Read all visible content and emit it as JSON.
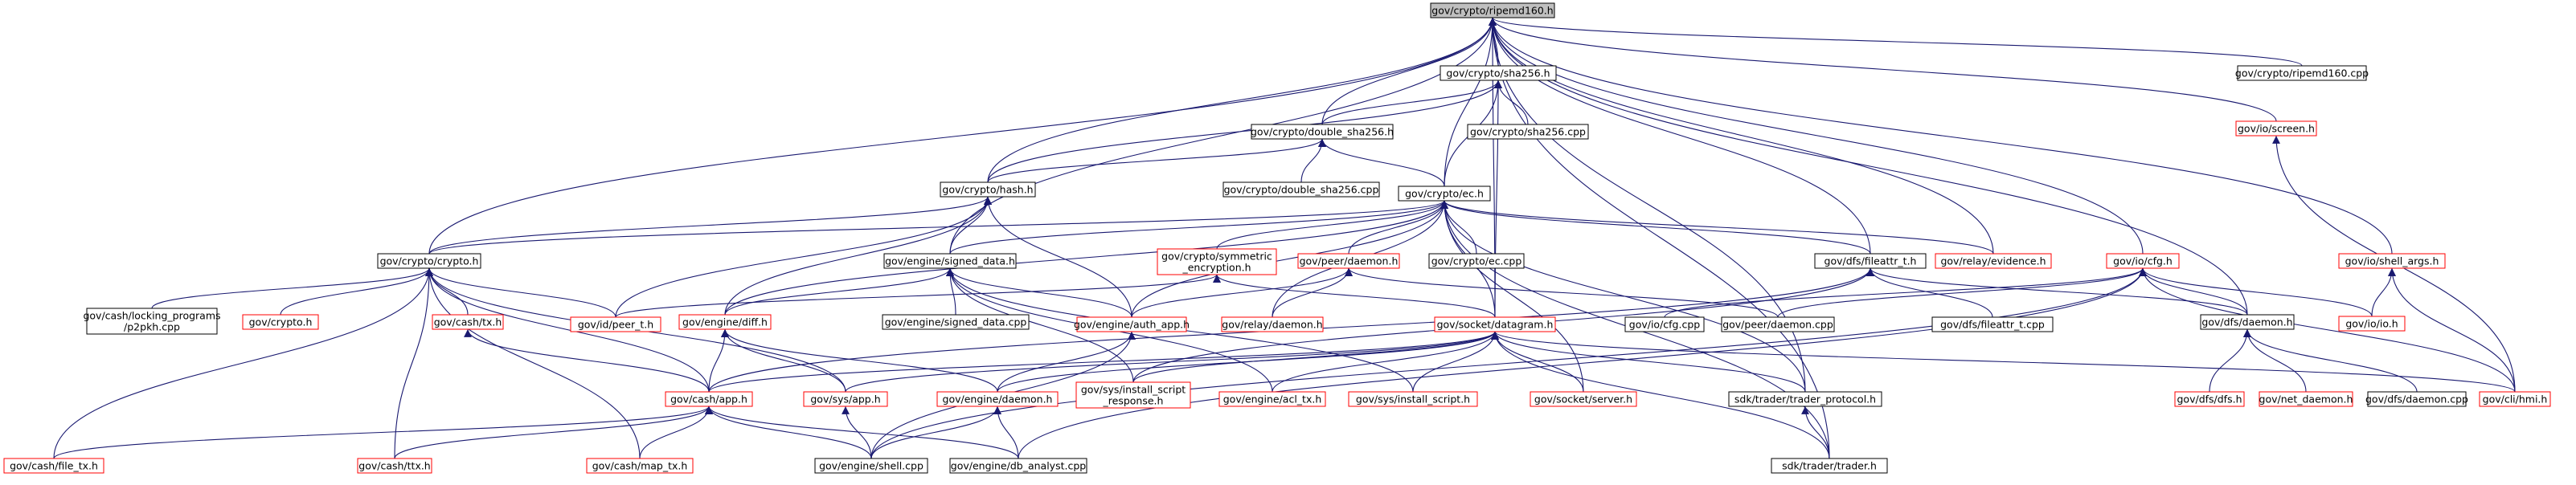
{
  "diagram": {
    "type": "include-dependency-graph",
    "colors": {
      "edge": "#191970",
      "node_border_default": "#000000",
      "node_border_linked": "#ff0000",
      "root_fill": "#bfbfbf",
      "node_fill": "#ffffff"
    },
    "nodes": [
      {
        "id": "root",
        "label": "gov/crypto/ripemd160.h",
        "border": "black",
        "fill": "gray"
      },
      {
        "id": "sha256h",
        "label": "gov/crypto/sha256.h",
        "border": "black"
      },
      {
        "id": "ripemdcpp",
        "label": "gov/crypto/ripemd160.cpp",
        "border": "black"
      },
      {
        "id": "ioscreen",
        "label": "gov/io/screen.h",
        "border": "red"
      },
      {
        "id": "dsha256h",
        "label": "gov/crypto/double_sha256.h",
        "border": "black"
      },
      {
        "id": "sha256cpp",
        "label": "gov/crypto/sha256.cpp",
        "border": "black"
      },
      {
        "id": "hashh",
        "label": "gov/crypto/hash.h",
        "border": "black"
      },
      {
        "id": "dsha256cpp",
        "label": "gov/crypto/double_sha256.cpp",
        "border": "black"
      },
      {
        "id": "ech",
        "label": "gov/crypto/ec.h",
        "border": "black"
      },
      {
        "id": "cryptoh",
        "label": "gov/crypto/crypto.h",
        "border": "black"
      },
      {
        "id": "signedh",
        "label": "gov/engine/signed_data.h",
        "border": "black"
      },
      {
        "id": "symh",
        "label": "gov/crypto/symmetric\n_encryption.h",
        "border": "red"
      },
      {
        "id": "peerdaemonh",
        "label": "gov/peer/daemon.h",
        "border": "red"
      },
      {
        "id": "eccpp",
        "label": "gov/crypto/ec.cpp",
        "border": "black"
      },
      {
        "id": "fileattrh",
        "label": "gov/dfs/fileattr_t.h",
        "border": "black"
      },
      {
        "id": "evidenceh",
        "label": "gov/relay/evidence.h",
        "border": "red"
      },
      {
        "id": "iocfgh",
        "label": "gov/io/cfg.h",
        "border": "red"
      },
      {
        "id": "shellargsh",
        "label": "gov/io/shell_args.h",
        "border": "red"
      },
      {
        "id": "p2pkh",
        "label": "gov/cash/locking_programs\n/p2pkh.cpp",
        "border": "black"
      },
      {
        "id": "cryptoh2",
        "label": "gov/crypto.h",
        "border": "red"
      },
      {
        "id": "cashtxh",
        "label": "gov/cash/tx.h",
        "border": "red"
      },
      {
        "id": "peerth",
        "label": "gov/id/peer_t.h",
        "border": "red"
      },
      {
        "id": "diffh",
        "label": "gov/engine/diff.h",
        "border": "red"
      },
      {
        "id": "signedcpp",
        "label": "gov/engine/signed_data.cpp",
        "border": "black"
      },
      {
        "id": "authapph",
        "label": "gov/engine/auth_app.h",
        "border": "red"
      },
      {
        "id": "relaydaemonh",
        "label": "gov/relay/daemon.h",
        "border": "red"
      },
      {
        "id": "datagramh",
        "label": "gov/socket/datagram.h",
        "border": "red"
      },
      {
        "id": "iocfgcpp",
        "label": "gov/io/cfg.cpp",
        "border": "black"
      },
      {
        "id": "peerdaemoncpp",
        "label": "gov/peer/daemon.cpp",
        "border": "black"
      },
      {
        "id": "fileattrcpp",
        "label": "gov/dfs/fileattr_t.cpp",
        "border": "black"
      },
      {
        "id": "dfsdaemonh",
        "label": "gov/dfs/daemon.h",
        "border": "black"
      },
      {
        "id": "ioioh",
        "label": "gov/io/io.h",
        "border": "red"
      },
      {
        "id": "cashapph",
        "label": "gov/cash/app.h",
        "border": "red"
      },
      {
        "id": "sysapph",
        "label": "gov/sys/app.h",
        "border": "red"
      },
      {
        "id": "enginedaemonh",
        "label": "gov/engine/daemon.h",
        "border": "red"
      },
      {
        "id": "installresp",
        "label": "gov/sys/install_script\n_response.h",
        "border": "red"
      },
      {
        "id": "acltxh",
        "label": "gov/engine/acl_tx.h",
        "border": "red"
      },
      {
        "id": "installscripth",
        "label": "gov/sys/install_script.h",
        "border": "red"
      },
      {
        "id": "serverh",
        "label": "gov/socket/server.h",
        "border": "red"
      },
      {
        "id": "traderprotocolh",
        "label": "sdk/trader/trader_protocol.h",
        "border": "black"
      },
      {
        "id": "dfsh",
        "label": "gov/dfs/dfs.h",
        "border": "red"
      },
      {
        "id": "netdaemonh",
        "label": "gov/net_daemon.h",
        "border": "red"
      },
      {
        "id": "dfsdaemoncpp",
        "label": "gov/dfs/daemon.cpp",
        "border": "black"
      },
      {
        "id": "hmih",
        "label": "gov/cli/hmi.h",
        "border": "red"
      },
      {
        "id": "filetxh",
        "label": "gov/cash/file_tx.h",
        "border": "red"
      },
      {
        "id": "ttxh",
        "label": "gov/cash/ttx.h",
        "border": "red"
      },
      {
        "id": "maptxh",
        "label": "gov/cash/map_tx.h",
        "border": "red"
      },
      {
        "id": "shellcpp",
        "label": "gov/engine/shell.cpp",
        "border": "black"
      },
      {
        "id": "dbanalystcpp",
        "label": "gov/engine/db_analyst.cpp",
        "border": "black"
      },
      {
        "id": "traderh",
        "label": "sdk/trader/trader.h",
        "border": "black"
      }
    ],
    "edges": [
      [
        "sha256h",
        "root"
      ],
      [
        "ripemdcpp",
        "root"
      ],
      [
        "ioscreen",
        "root"
      ],
      [
        "dsha256h",
        "root"
      ],
      [
        "hashh",
        "root"
      ],
      [
        "ech",
        "root"
      ],
      [
        "cryptoh",
        "root"
      ],
      [
        "signedh",
        "root"
      ],
      [
        "fileattrh",
        "root"
      ],
      [
        "evidenceh",
        "root"
      ],
      [
        "iocfgh",
        "root"
      ],
      [
        "shellargsh",
        "root"
      ],
      [
        "dfsdaemonh",
        "root"
      ],
      [
        "datagramh",
        "root"
      ],
      [
        "traderprotocolh",
        "root"
      ],
      [
        "traderh",
        "root"
      ],
      [
        "dsha256h",
        "sha256h"
      ],
      [
        "sha256cpp",
        "sha256h"
      ],
      [
        "hashh",
        "sha256h"
      ],
      [
        "ech",
        "sha256h"
      ],
      [
        "datagramh",
        "sha256h"
      ],
      [
        "hashh",
        "dsha256h"
      ],
      [
        "dsha256cpp",
        "dsha256h"
      ],
      [
        "ech",
        "dsha256h"
      ],
      [
        "cryptoh",
        "hashh"
      ],
      [
        "signedh",
        "hashh"
      ],
      [
        "peerth",
        "hashh"
      ],
      [
        "diffh",
        "hashh"
      ],
      [
        "authapph",
        "hashh"
      ],
      [
        "cryptoh",
        "ech"
      ],
      [
        "signedh",
        "ech"
      ],
      [
        "symh",
        "ech"
      ],
      [
        "peerdaemonh",
        "ech"
      ],
      [
        "eccpp",
        "ech"
      ],
      [
        "fileattrh",
        "ech"
      ],
      [
        "evidenceh",
        "ech"
      ],
      [
        "diffh",
        "ech"
      ],
      [
        "authapph",
        "ech"
      ],
      [
        "relaydaemonh",
        "ech"
      ],
      [
        "datagramh",
        "ech"
      ],
      [
        "serverh",
        "ech"
      ],
      [
        "traderprotocolh",
        "ech"
      ],
      [
        "traderh",
        "ech"
      ],
      [
        "p2pkh",
        "cryptoh"
      ],
      [
        "cryptoh2",
        "cryptoh"
      ],
      [
        "cashtxh",
        "cryptoh"
      ],
      [
        "peerth",
        "cryptoh"
      ],
      [
        "cashapph",
        "cryptoh"
      ],
      [
        "sysapph",
        "cryptoh"
      ],
      [
        "filetxh",
        "cryptoh"
      ],
      [
        "ttxh",
        "cryptoh"
      ],
      [
        "maptxh",
        "cryptoh"
      ],
      [
        "signedcpp",
        "signedh"
      ],
      [
        "diffh",
        "signedh"
      ],
      [
        "authapph",
        "signedh"
      ],
      [
        "acltxh",
        "signedh"
      ],
      [
        "installscripth",
        "signedh"
      ],
      [
        "installresp",
        "signedh"
      ],
      [
        "peerth",
        "symh"
      ],
      [
        "datagramh",
        "symh"
      ],
      [
        "authapph",
        "peerdaemonh"
      ],
      [
        "relaydaemonh",
        "peerdaemonh"
      ],
      [
        "peerdaemoncpp",
        "peerdaemonh"
      ],
      [
        "fileattrcpp",
        "fileattrh"
      ],
      [
        "dfsdaemonh",
        "fileattrh"
      ],
      [
        "installresp",
        "fileattrh"
      ],
      [
        "cashapph",
        "fileattrh"
      ],
      [
        "iocfgcpp",
        "iocfgh"
      ],
      [
        "peerdaemoncpp",
        "iocfgh"
      ],
      [
        "dfsdaemonh",
        "iocfgh"
      ],
      [
        "hmih",
        "iocfgh"
      ],
      [
        "shellcpp",
        "iocfgh"
      ],
      [
        "dbanalystcpp",
        "iocfgh"
      ],
      [
        "ioioh",
        "shellargsh"
      ],
      [
        "hmih",
        "shellargsh"
      ],
      [
        "hmih",
        "ioscreen"
      ],
      [
        "ioioh",
        "iocfgh"
      ],
      [
        "cashapph",
        "cashtxh"
      ],
      [
        "cashapph",
        "diffh"
      ],
      [
        "sysapph",
        "diffh"
      ],
      [
        "enginedaemonh",
        "diffh"
      ],
      [
        "shellcpp",
        "authapph"
      ],
      [
        "enginedaemonh",
        "authapph"
      ],
      [
        "cashapph",
        "datagramh"
      ],
      [
        "sysapph",
        "datagramh"
      ],
      [
        "enginedaemonh",
        "datagramh"
      ],
      [
        "installresp",
        "datagramh"
      ],
      [
        "acltxh",
        "datagramh"
      ],
      [
        "installscripth",
        "datagramh"
      ],
      [
        "serverh",
        "datagramh"
      ],
      [
        "traderprotocolh",
        "datagramh"
      ],
      [
        "hmih",
        "datagramh"
      ],
      [
        "traderh",
        "datagramh"
      ],
      [
        "dfsh",
        "dfsdaemonh"
      ],
      [
        "netdaemonh",
        "dfsdaemonh"
      ],
      [
        "dfsdaemoncpp",
        "dfsdaemonh"
      ],
      [
        "filetxh",
        "cashapph"
      ],
      [
        "ttxh",
        "cashapph"
      ],
      [
        "maptxh",
        "cashapph"
      ],
      [
        "shellcpp",
        "cashapph"
      ],
      [
        "dbanalystcpp",
        "cashapph"
      ],
      [
        "shellcpp",
        "sysapph"
      ],
      [
        "shellcpp",
        "enginedaemonh"
      ],
      [
        "dbanalystcpp",
        "enginedaemonh"
      ],
      [
        "traderh",
        "traderprotocolh"
      ]
    ]
  }
}
